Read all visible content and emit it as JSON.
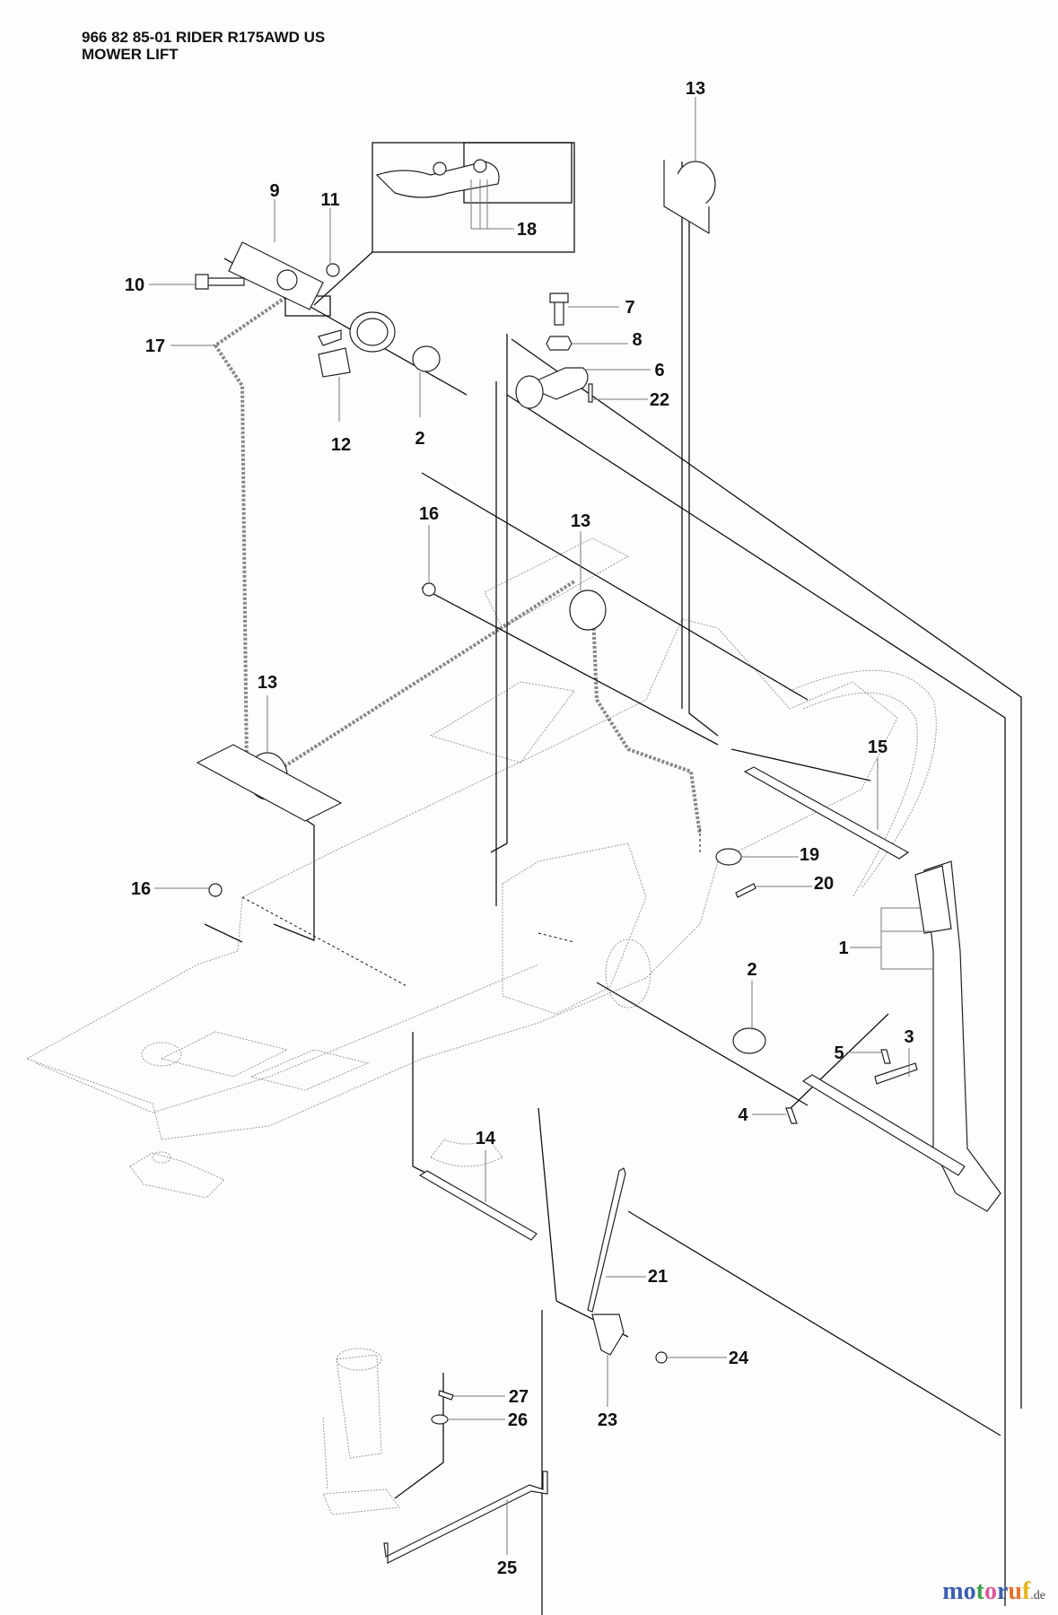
{
  "header": {
    "line1": "966 82 85-01 RIDER R175AWD US",
    "line2": "MOWER LIFT"
  },
  "callouts": [
    {
      "id": "1",
      "label": "1"
    },
    {
      "id": "2a",
      "label": "2"
    },
    {
      "id": "2b",
      "label": "2"
    },
    {
      "id": "3",
      "label": "3"
    },
    {
      "id": "4",
      "label": "4"
    },
    {
      "id": "5",
      "label": "5"
    },
    {
      "id": "6",
      "label": "6"
    },
    {
      "id": "7",
      "label": "7"
    },
    {
      "id": "8",
      "label": "8"
    },
    {
      "id": "9",
      "label": "9"
    },
    {
      "id": "10",
      "label": "10"
    },
    {
      "id": "11",
      "label": "11"
    },
    {
      "id": "12",
      "label": "12"
    },
    {
      "id": "13a",
      "label": "13"
    },
    {
      "id": "13b",
      "label": "13"
    },
    {
      "id": "13c",
      "label": "13"
    },
    {
      "id": "14",
      "label": "14"
    },
    {
      "id": "15",
      "label": "15"
    },
    {
      "id": "16a",
      "label": "16"
    },
    {
      "id": "16b",
      "label": "16"
    },
    {
      "id": "17",
      "label": "17"
    },
    {
      "id": "18",
      "label": "18"
    },
    {
      "id": "19",
      "label": "19"
    },
    {
      "id": "20",
      "label": "20"
    },
    {
      "id": "21",
      "label": "21"
    },
    {
      "id": "22",
      "label": "22"
    },
    {
      "id": "23",
      "label": "23"
    },
    {
      "id": "24",
      "label": "24"
    },
    {
      "id": "25",
      "label": "25"
    },
    {
      "id": "26",
      "label": "26"
    },
    {
      "id": "27",
      "label": "27"
    }
  ],
  "watermark": {
    "letters": [
      "m",
      "o",
      "t",
      "o",
      "r",
      "u",
      "f"
    ],
    "colors": [
      "#3b5fb0",
      "#3b5fb0",
      "#3aa047",
      "#e0559a",
      "#3b5fb0",
      "#e8732b",
      "#e6b51e"
    ],
    "suffix": ".de"
  }
}
